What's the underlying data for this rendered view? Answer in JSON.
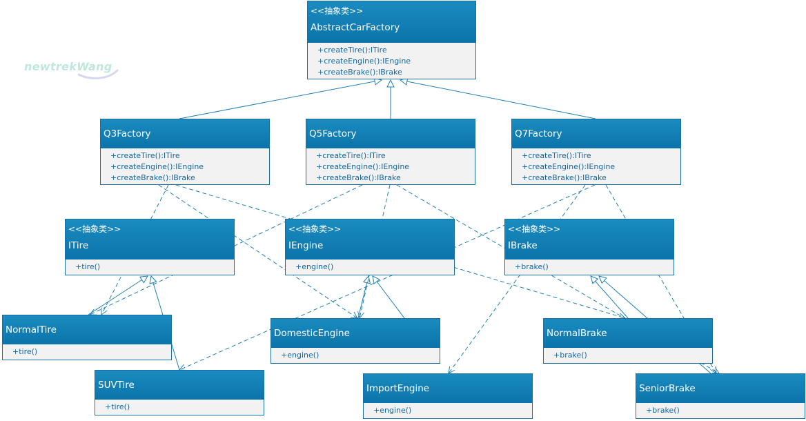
{
  "watermark": "newtrekWang",
  "colors": {
    "header": "#0b74aa",
    "header_light": "#1a8bc0",
    "body": "#f2f2f2",
    "border": "#1b6f9c",
    "operation_text": "#1566a0",
    "connector": "#1e7fb0",
    "watermark": "#bfe7dc"
  },
  "classes": {
    "abstract_car_factory": {
      "stereotype": "<<抽象类>>",
      "name": "AbstractCarFactory",
      "operations": [
        "+createTire():ITire",
        "+createEngine():IEngine",
        "+createBrake():IBrake"
      ]
    },
    "q3_factory": {
      "name": "Q3Factory",
      "operations": [
        "+createTire():ITire",
        "+createEngine():IEngine",
        "+createBrake():IBrake"
      ]
    },
    "q5_factory": {
      "name": "Q5Factory",
      "operations": [
        "+createTire():ITire",
        "+createEngine():IEngine",
        "+createBrake():IBrake"
      ]
    },
    "q7_factory": {
      "name": "Q7Factory",
      "operations": [
        "+createTire():ITire",
        "+createEngine():IEngine",
        "+createBrake():IBrake"
      ]
    },
    "itire": {
      "stereotype": "<<抽象类>>",
      "name": "ITire",
      "operations": [
        "+tire()"
      ]
    },
    "iengine": {
      "stereotype": "<<抽象类>>",
      "name": "IEngine",
      "operations": [
        "+engine()"
      ]
    },
    "ibrake": {
      "stereotype": "<<抽象类>>",
      "name": "IBrake",
      "operations": [
        "+brake()"
      ]
    },
    "normal_tire": {
      "name": "NormalTire",
      "operations": [
        "+tire()"
      ]
    },
    "suv_tire": {
      "name": "SUVTire",
      "operations": [
        "+tire()"
      ]
    },
    "domestic_engine": {
      "name": "DomesticEngine",
      "operations": [
        "+engine()"
      ]
    },
    "import_engine": {
      "name": "ImportEngine",
      "operations": [
        "+engine()"
      ]
    },
    "normal_brake": {
      "name": "NormalBrake",
      "operations": [
        "+brake()"
      ]
    },
    "senior_brake": {
      "name": "SeniorBrake",
      "operations": [
        "+brake()"
      ]
    }
  },
  "relations": [
    {
      "type": "generalization",
      "from": "q3_factory",
      "to": "abstract_car_factory"
    },
    {
      "type": "generalization",
      "from": "q5_factory",
      "to": "abstract_car_factory"
    },
    {
      "type": "generalization",
      "from": "q7_factory",
      "to": "abstract_car_factory"
    },
    {
      "type": "generalization",
      "from": "normal_tire",
      "to": "itire"
    },
    {
      "type": "generalization",
      "from": "suv_tire",
      "to": "itire"
    },
    {
      "type": "generalization",
      "from": "domestic_engine",
      "to": "iengine"
    },
    {
      "type": "generalization",
      "from": "import_engine",
      "to": "iengine"
    },
    {
      "type": "generalization",
      "from": "normal_brake",
      "to": "ibrake"
    },
    {
      "type": "generalization",
      "from": "senior_brake",
      "to": "ibrake"
    },
    {
      "type": "dependency",
      "from": "q3_factory",
      "to": "normal_tire"
    },
    {
      "type": "dependency",
      "from": "q3_factory",
      "to": "domestic_engine"
    },
    {
      "type": "dependency",
      "from": "q3_factory",
      "to": "normal_brake"
    },
    {
      "type": "dependency",
      "from": "q5_factory",
      "to": "normal_tire"
    },
    {
      "type": "dependency",
      "from": "q5_factory",
      "to": "domestic_engine"
    },
    {
      "type": "dependency",
      "from": "q5_factory",
      "to": "senior_brake"
    },
    {
      "type": "dependency",
      "from": "q7_factory",
      "to": "suv_tire"
    },
    {
      "type": "dependency",
      "from": "q7_factory",
      "to": "import_engine"
    },
    {
      "type": "dependency",
      "from": "q7_factory",
      "to": "senior_brake"
    }
  ]
}
